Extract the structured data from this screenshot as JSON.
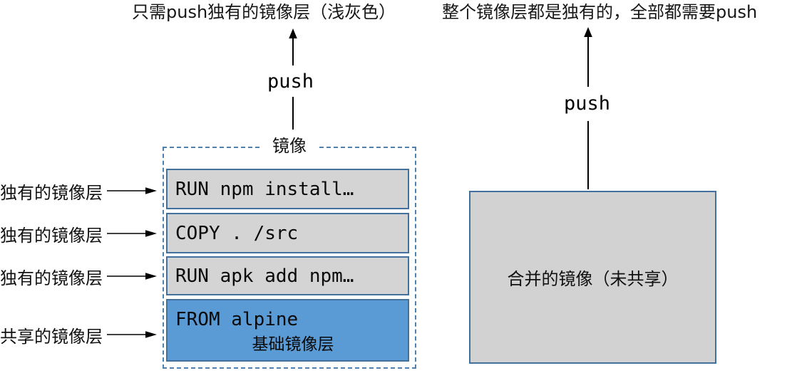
{
  "headings": {
    "left": "只需push独有的镜像层（浅灰色）",
    "right": "整个镜像层都是独有的，全部都需要push"
  },
  "push": {
    "label": "push"
  },
  "image_box": {
    "title": "镜像",
    "layers": [
      {
        "label": "RUN npm install…",
        "type": "unique"
      },
      {
        "label": "COPY . /src",
        "type": "unique"
      },
      {
        "label": "RUN apk add npm…",
        "type": "unique"
      },
      {
        "label": "FROM alpine",
        "sublabel": "基础镜像层",
        "type": "shared"
      }
    ]
  },
  "row_labels": [
    "独有的镜像层",
    "独有的镜像层",
    "独有的镜像层",
    "共享的镜像层"
  ],
  "merged_box": {
    "label": "合并的镜像（未共享）"
  },
  "colors": {
    "layer_border": "#41719C",
    "unique_layer_fill": "#D4D4D4",
    "shared_layer_fill": "#5B9BD5",
    "dashed_border": "#4E81B0",
    "merged_box_fill": "#D2D2D2",
    "arrow": "#000000"
  }
}
